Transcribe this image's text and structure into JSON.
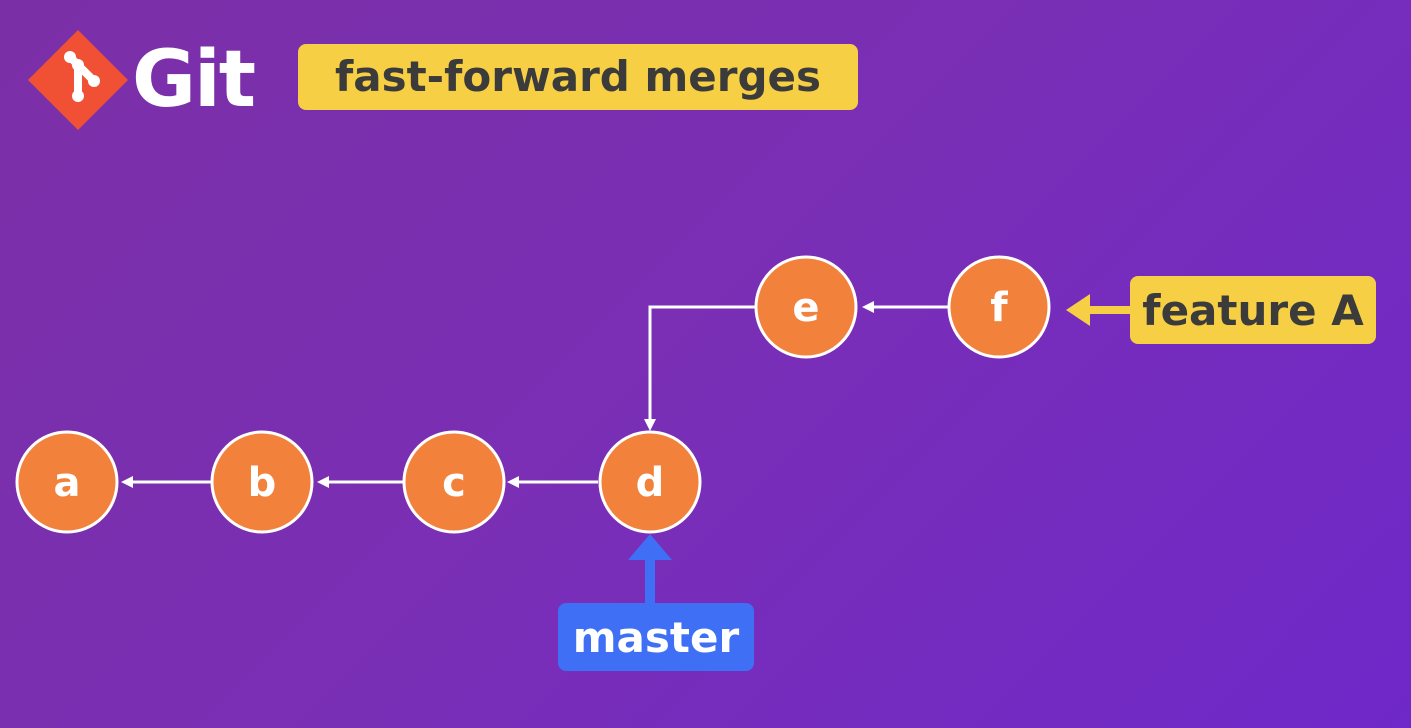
{
  "logo": {
    "text": "Git",
    "icon": "git-logo-icon",
    "brand_color": "#F05033"
  },
  "title": {
    "text": "fast-forward merges",
    "color": "#F6CF45"
  },
  "commits": [
    {
      "id": "a",
      "label": "a"
    },
    {
      "id": "b",
      "label": "b"
    },
    {
      "id": "c",
      "label": "c"
    },
    {
      "id": "d",
      "label": "d"
    },
    {
      "id": "e",
      "label": "e"
    },
    {
      "id": "f",
      "label": "f"
    }
  ],
  "edges": [
    {
      "from": "b",
      "to": "a"
    },
    {
      "from": "c",
      "to": "b"
    },
    {
      "from": "d",
      "to": "c"
    },
    {
      "from": "e",
      "to": "d"
    },
    {
      "from": "f",
      "to": "e"
    }
  ],
  "branches": {
    "feature": {
      "label": "feature A",
      "points_to": "f",
      "color": "#F6CF45"
    },
    "master": {
      "label": "master",
      "points_to": "d",
      "color": "#3F6FF5"
    }
  },
  "colors": {
    "node_fill": "#F2823B",
    "node_stroke": "#FFFFFF",
    "arrow": "#FFFFFF"
  }
}
